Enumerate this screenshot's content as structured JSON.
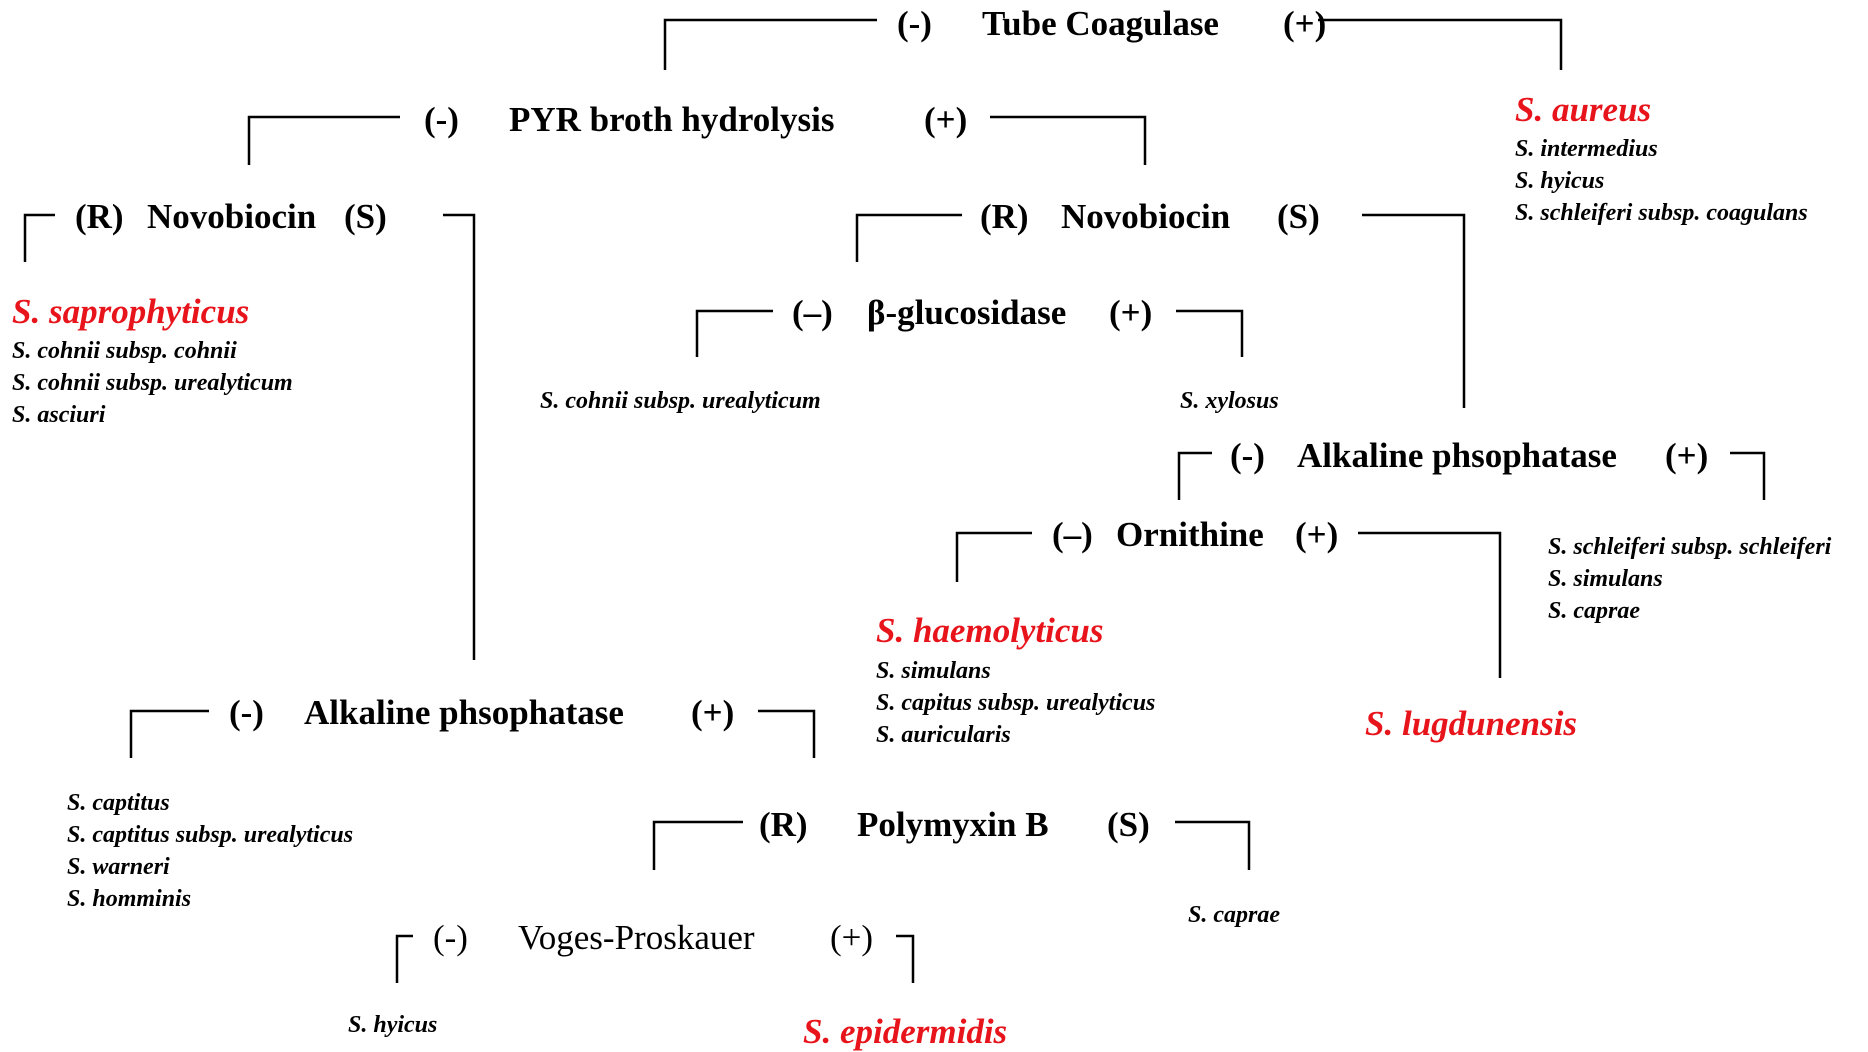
{
  "colors": {
    "text": "#000000",
    "key_species": "#e8141b",
    "line": "#000000"
  },
  "labels": [
    {
      "id": "t-coag",
      "kind": "test",
      "name": "test-tube-coagulase",
      "parts": [
        "(-)",
        "Tube Coagulase",
        "(+)"
      ]
    },
    {
      "id": "t-pyr",
      "kind": "test",
      "name": "test-pyr-broth-hydrolysis",
      "parts": [
        "(-)",
        "PYR broth hydrolysis",
        "(+)"
      ]
    },
    {
      "id": "t-novo-l",
      "kind": "test",
      "name": "test-novobiocin-left",
      "parts": [
        "(R)",
        "Novobiocin",
        "(S)"
      ]
    },
    {
      "id": "t-novo-r",
      "kind": "test",
      "name": "test-novobiocin-right",
      "parts": [
        "(R)",
        "Novobiocin",
        "(S)"
      ]
    },
    {
      "id": "t-bglu",
      "kind": "test",
      "name": "test-beta-glucosidase",
      "parts": [
        "(–)",
        "β-glucosidase",
        "(+)"
      ]
    },
    {
      "id": "t-alk-r",
      "kind": "test",
      "name": "test-alkaline-phosphatase-right",
      "parts": [
        "(-)",
        "Alkaline phsophatase",
        "(+)"
      ]
    },
    {
      "id": "t-orn",
      "kind": "test",
      "name": "test-ornithine",
      "parts": [
        "(–)",
        "Ornithine",
        "(+)"
      ]
    },
    {
      "id": "t-alk-l",
      "kind": "test",
      "name": "test-alkaline-phosphatase-left",
      "parts": [
        "(-)",
        "Alkaline phsophatase",
        "(+)"
      ]
    },
    {
      "id": "t-poly",
      "kind": "test",
      "name": "test-polymyxin-b",
      "parts": [
        "(R)",
        "Polymyxin B",
        "(S)"
      ]
    },
    {
      "id": "t-vp",
      "kind": "test-plain",
      "name": "test-voges-proskauer",
      "parts": [
        "(-)",
        "Voges-Proskauer",
        "(+)"
      ]
    },
    {
      "id": "k-aureus",
      "kind": "key",
      "name": "species-s-aureus",
      "text": "S. aureus"
    },
    {
      "id": "s-inter",
      "kind": "sp",
      "name": "species-s-intermedius",
      "text": "S. intermedius"
    },
    {
      "id": "s-hyicus-1",
      "kind": "sp",
      "name": "species-s-hyicus",
      "text": "S. hyicus"
    },
    {
      "id": "s-schl-coag",
      "kind": "sp",
      "name": "species-s-schleiferi-coagulans",
      "text": "S. schleiferi subsp. coagulans"
    },
    {
      "id": "k-sapro",
      "kind": "key",
      "name": "species-s-saprophyticus",
      "text": "S. saprophyticus"
    },
    {
      "id": "s-cohnii",
      "kind": "sp",
      "name": "species-s-cohnii-cohnii",
      "text": "S. cohnii subsp. cohnii"
    },
    {
      "id": "s-cohnii-u1",
      "kind": "sp",
      "name": "species-s-cohnii-urealyticum",
      "text": "S. cohnii subsp. urealyticum"
    },
    {
      "id": "s-asciuri",
      "kind": "sp",
      "name": "species-s-asciuri",
      "text": "S. asciuri"
    },
    {
      "id": "s-cohnii-u2",
      "kind": "sp",
      "name": "species-s-cohnii-urealyticum-bglu",
      "text": "S. cohnii subsp. urealyticum"
    },
    {
      "id": "s-xylosus",
      "kind": "sp",
      "name": "species-s-xylosus",
      "text": "S. xylosus"
    },
    {
      "id": "s-schl-schl",
      "kind": "sp",
      "name": "species-s-schleiferi-schleiferi",
      "text": "S. schleiferi subsp. schleiferi"
    },
    {
      "id": "s-simulans-1",
      "kind": "sp",
      "name": "species-s-simulans",
      "text": "S. simulans"
    },
    {
      "id": "s-caprae-1",
      "kind": "sp",
      "name": "species-s-caprae",
      "text": "S. caprae"
    },
    {
      "id": "k-haemo",
      "kind": "key",
      "name": "species-s-haemolyticus",
      "text": "S. haemolyticus"
    },
    {
      "id": "s-simulans-2",
      "kind": "sp",
      "name": "species-s-simulans-ornithine",
      "text": "S. simulans"
    },
    {
      "id": "s-capitus-u",
      "kind": "sp",
      "name": "species-s-capitus-urealyticus",
      "text": "S. capitus subsp. urealyticus"
    },
    {
      "id": "s-auric",
      "kind": "sp",
      "name": "species-s-auricularis",
      "text": "S. auricularis"
    },
    {
      "id": "k-lugd",
      "kind": "key",
      "name": "species-s-lugdunensis",
      "text": "S. lugdunensis"
    },
    {
      "id": "s-captitus",
      "kind": "sp",
      "name": "species-s-captitus",
      "text": "S. captitus"
    },
    {
      "id": "s-captitus-u",
      "kind": "sp",
      "name": "species-s-captitus-urealyticus",
      "text": "S. captitus subsp. urealyticus"
    },
    {
      "id": "s-warneri",
      "kind": "sp",
      "name": "species-s-warneri",
      "text": "S. warneri"
    },
    {
      "id": "s-homminis",
      "kind": "sp",
      "name": "species-s-homminis",
      "text": "S. homminis"
    },
    {
      "id": "s-caprae-2",
      "kind": "sp",
      "name": "species-s-caprae-polymyxin",
      "text": "S. caprae"
    },
    {
      "id": "s-hyicus-2",
      "kind": "sp",
      "name": "species-s-hyicus-vp",
      "text": "S. hyicus"
    },
    {
      "id": "k-epi",
      "kind": "key",
      "name": "species-s-epidermidis",
      "text": "S. epidermidis"
    }
  ]
}
